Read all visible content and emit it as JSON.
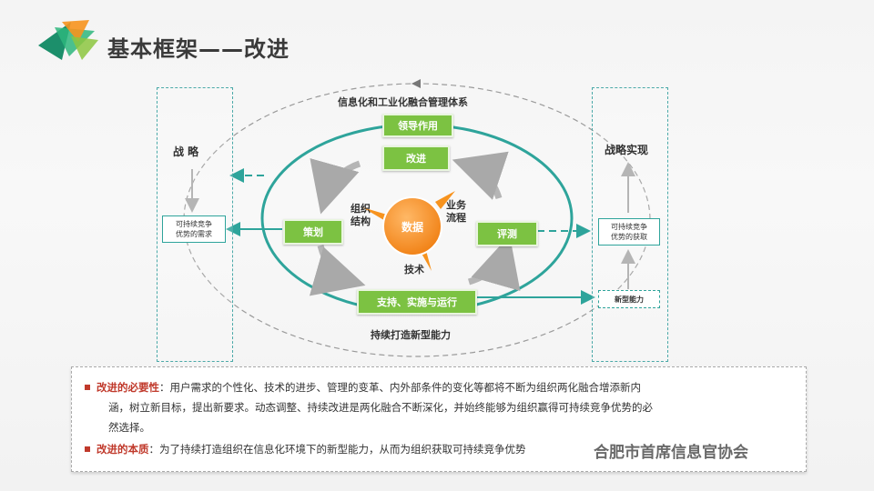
{
  "title": "基本框架——改进",
  "diagram": {
    "system_name": "信息化和工业化融合管理体系",
    "core": "数据",
    "boxes": {
      "leadership": "领导作用",
      "improve": "改进",
      "plan": "策划",
      "evaluate": "评测",
      "support": "支持、实施与运行"
    },
    "labels": {
      "org_structure": "组织\n结构",
      "business_process": "业务\n流程",
      "technology": "技术",
      "sustain": "持续打造新型能力"
    },
    "left_panel": {
      "title": "战 略",
      "box": "可持续竞争\n优势的需求"
    },
    "right_panel": {
      "title": "战略实现",
      "box": "可持续竞争\n优势的获取",
      "capability": "新型能力"
    }
  },
  "notes": [
    {
      "heading": "改进的必要性",
      "lines": [
        "：用户需求的个性化、技术的进步、管理的变革、内外部条件的变化等都将不断为组织两化融合增添新内",
        "涵，树立新目标，提出新要求。动态调整、持续改进是两化融合不断深化，并始终能够为组织赢得可持续竞争优势的必",
        "然选择。"
      ]
    },
    {
      "heading": "改进的本质",
      "lines": [
        "：为了持续打造组织在信息化环境下的新型能力，从而为组织获取可持续竞争优势"
      ]
    }
  ],
  "watermark": "合肥市首席信息官协会",
  "colors": {
    "teal": "#2ea49b",
    "green": "#7cc242",
    "orange": "#f7931e",
    "red": "#c0392b"
  }
}
